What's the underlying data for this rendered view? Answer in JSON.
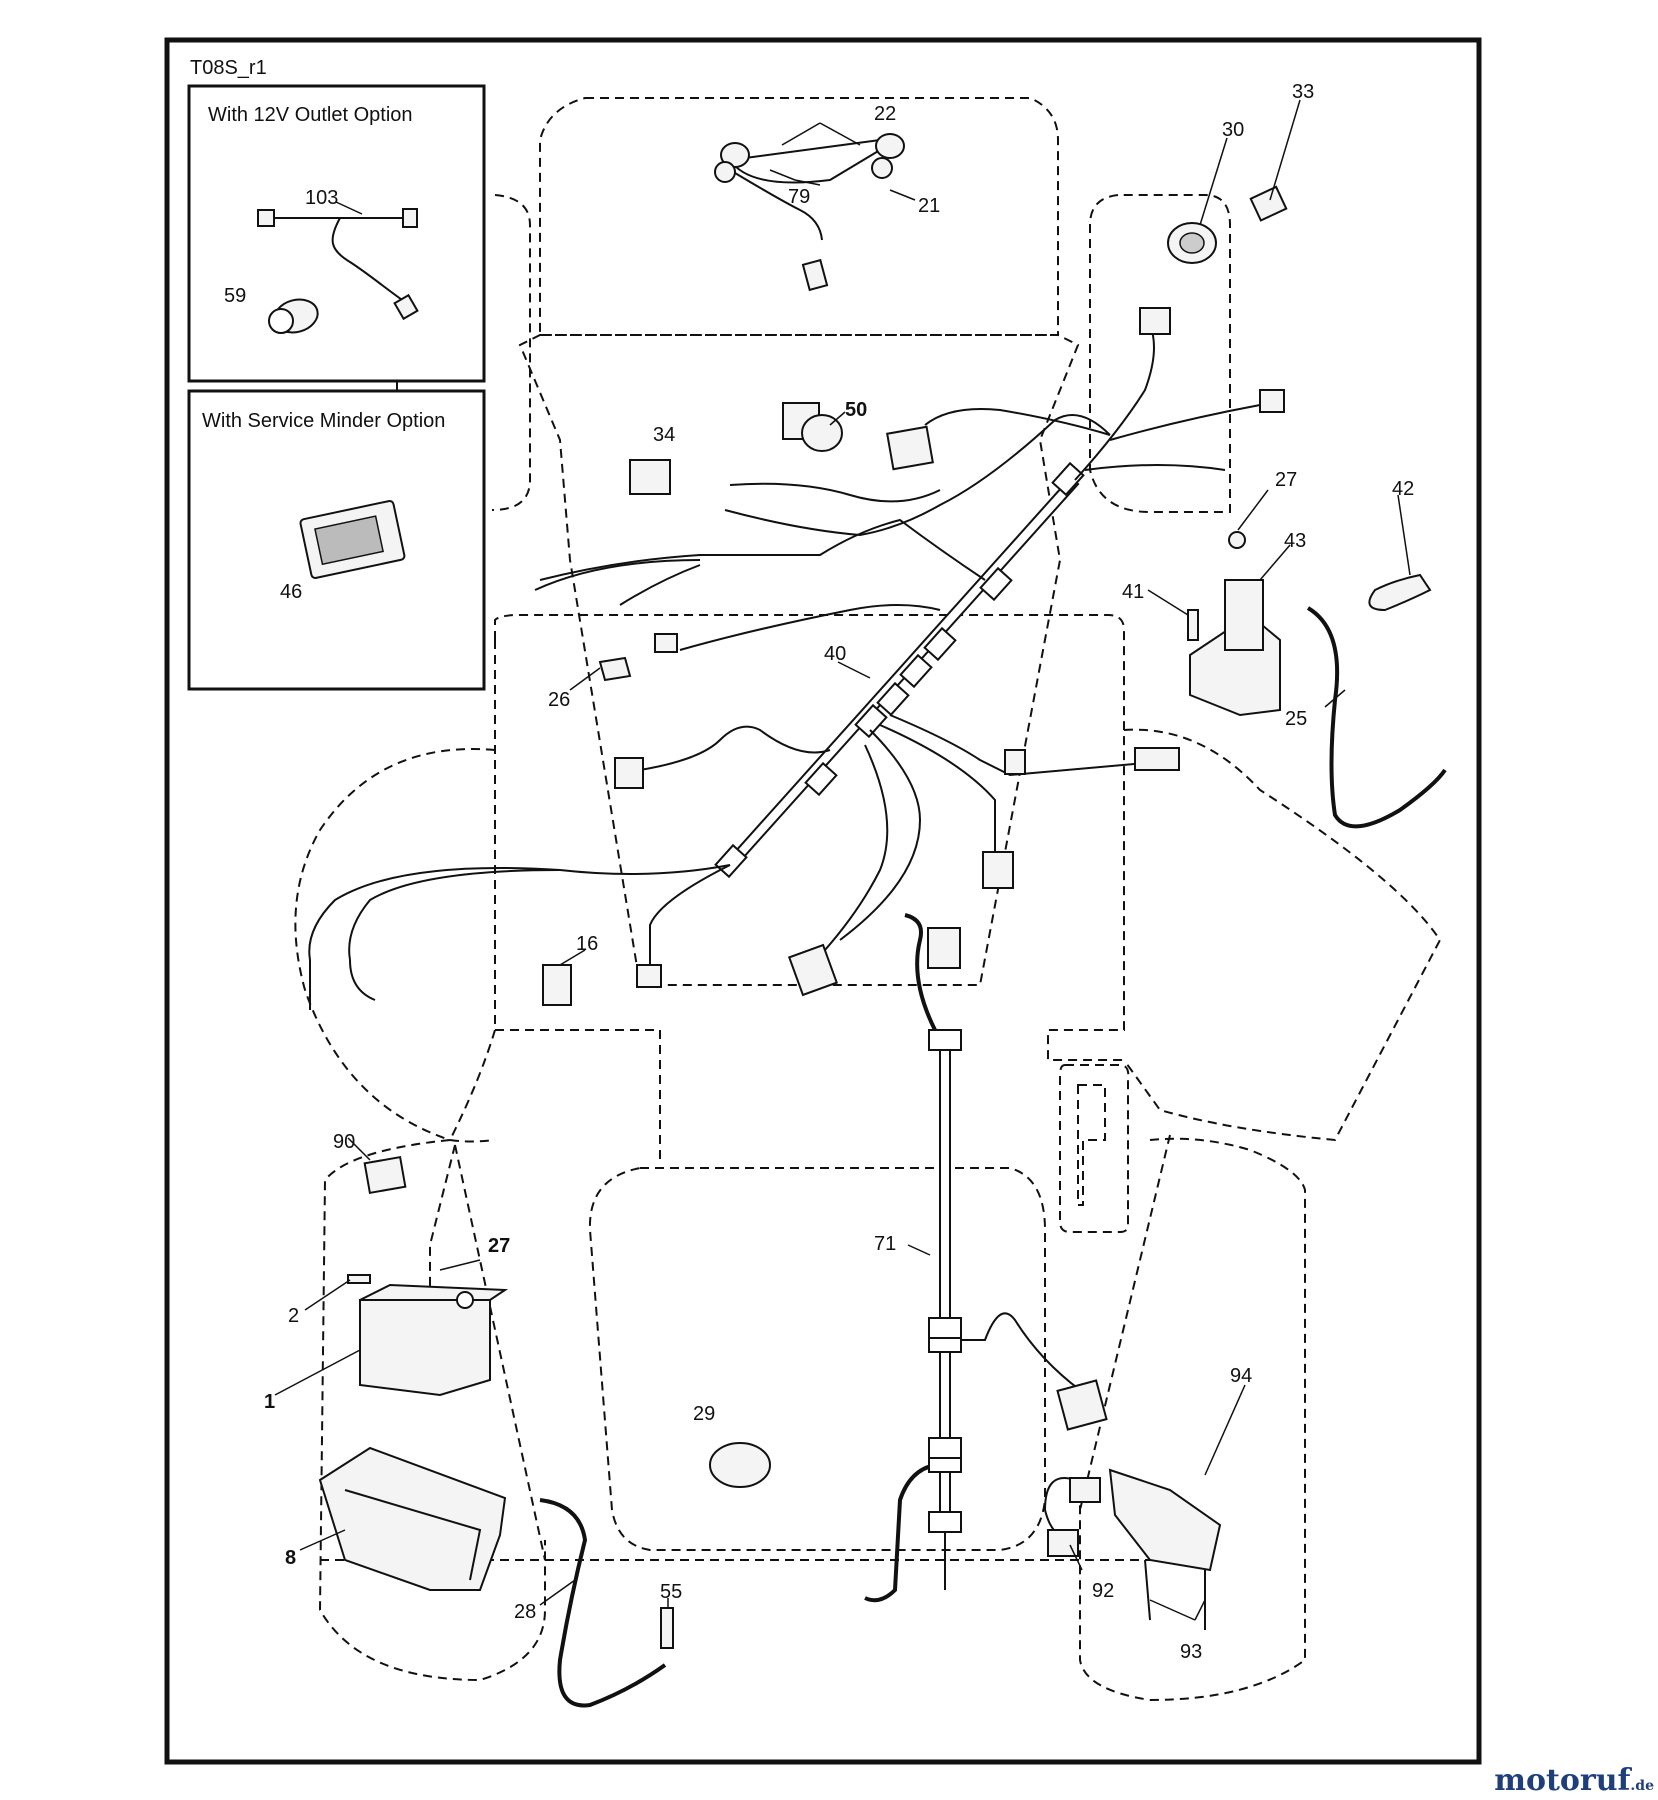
{
  "diagram_code": "T08S_r1",
  "boxes": {
    "outlet_option_title": "With 12V Outlet Option",
    "service_minder_title": "With Service Minder Option"
  },
  "callouts": [
    "103",
    "59",
    "46",
    "22",
    "79",
    "21",
    "30",
    "33",
    "50",
    "34",
    "27",
    "42",
    "43",
    "41",
    "25",
    "40",
    "26",
    "16",
    "90",
    "2",
    "27",
    "1",
    "8",
    "28",
    "55",
    "71",
    "29",
    "94",
    "92",
    "93"
  ],
  "watermark": {
    "brand": "motoruf",
    "tld": ".de"
  }
}
